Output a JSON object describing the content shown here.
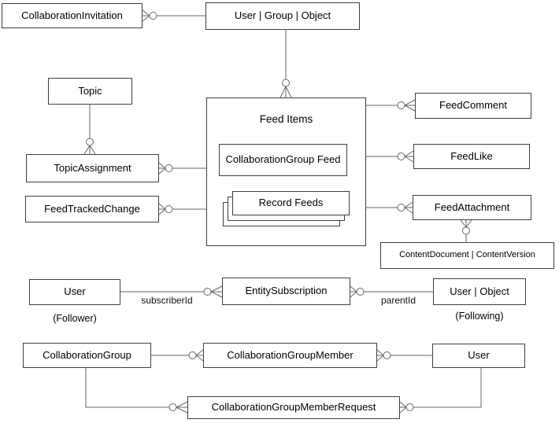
{
  "diagram": {
    "entities": {
      "collaborationInvitation": "CollaborationInvitation",
      "userGroupObject": "User | Group | Object",
      "topic": "Topic",
      "topicAssignment": "TopicAssignment",
      "feedTrackedChange": "FeedTrackedChange",
      "feedItems": "Feed Items",
      "collaborationGroupFeed": "CollaborationGroup Feed",
      "recordFeeds": "Record Feeds",
      "feedComment": "FeedComment",
      "feedLike": "FeedLike",
      "feedAttachment": "FeedAttachment",
      "contentDocumentVersion": "ContentDocument  |  ContentVersion",
      "userFollower": "User",
      "entitySubscription": "EntitySubscription",
      "userObject": "User | Object",
      "collaborationGroup": "CollaborationGroup",
      "collaborationGroupMember": "CollaborationGroupMember",
      "userMember": "User",
      "collaborationGroupMemberRequest": "CollaborationGroupMemberRequest"
    },
    "captions": {
      "follower": "(Follower)",
      "following": "(Following)"
    },
    "edge_labels": {
      "subscriberId": "subscriberId",
      "parentId": "parentId"
    },
    "colors": {
      "background": "#ffffff",
      "box_border": "#3f3f3f",
      "connector": "#666666",
      "text": "#000000"
    }
  }
}
